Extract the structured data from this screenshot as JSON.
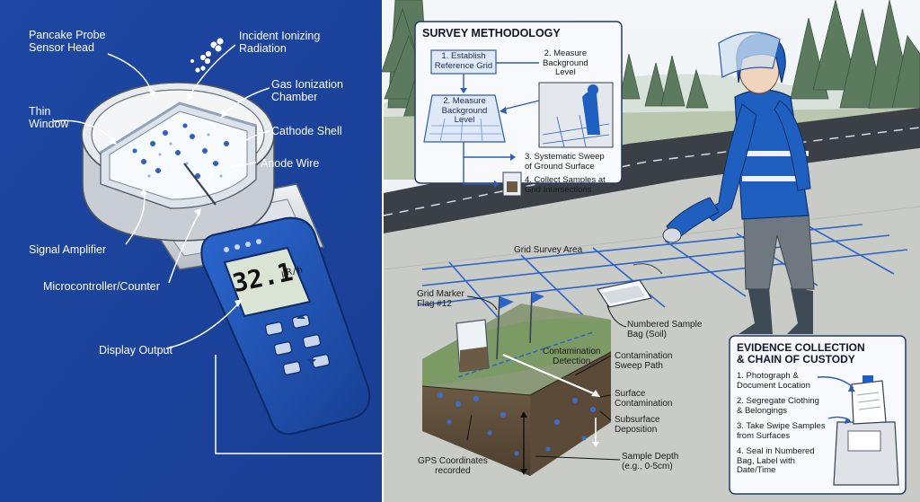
{
  "colors": {
    "left_bg": "#1f4aa6",
    "device_blue": "#1e56b8",
    "sky": "#eef3f7",
    "ground": "#c9ccc6",
    "road": "#3b4046",
    "grid_line": "#2e63c9",
    "suit_blue": "#1f5fc0",
    "accent_white": "#ffffff"
  },
  "icons": [
    "radiation-particles-icon",
    "clipboard-icon",
    "sample-bag-icon",
    "flag-icon",
    "evidence-box-icon"
  ],
  "instrument_labels": {
    "pancake_probe": "Pancake Probe\nSensor Head",
    "incident_radiation": "Incident Ionizing\nRadiation",
    "gas_chamber": "Gas Ionization\nChamber",
    "thin_window": "Thin\nWindow",
    "cathode_shell": "Cathode Shell",
    "anode_wire": "Anode Wire",
    "signal_amplifier": "Signal Amplifier",
    "microcontroller": "Microcontroller/Counter",
    "display_output": "Display Output"
  },
  "display": {
    "reading": "32.1",
    "unit": "μR/h"
  },
  "methodology": {
    "title": "SURVEY METHODOLOGY",
    "step1": "1. Establish\nReference Grid",
    "step2_top": "2. Measure\nBackground\nLevel",
    "step2_box": "2. Measure\nBackground\nLevel",
    "step3": "3. Systematic Sweep\nof Ground Surface",
    "step4": "4. Collect Samples at\nGrid Intersections"
  },
  "scene_labels": {
    "grid_area": "Grid Survey Area",
    "marker_flag": "Grid Marker\nFlag #12",
    "sample_bag": "Numbered Sample\nBag (Soil)",
    "contamination_detection": "Contamination\nDetection",
    "sweep_path": "Contamination\nSweep Path",
    "surface_contamination": "Surface\nContamination",
    "subsurface": "Subsurface\nDeposition",
    "sample_depth": "Sample Depth\n(e.g., 0-5cm)",
    "gps": "GPS Coordinates\nrecorded"
  },
  "evidence": {
    "title": "EVIDENCE COLLECTION\n& CHAIN OF CUSTODY",
    "step1": "1. Photograph &\nDocument Location",
    "step2": "2. Segregate Clothing\n& Belongings",
    "step3": "3. Take Swipe Samples\nfrom Surfaces",
    "step4": "4. Seal in Numbered\nBag, Label with\nDate/Time"
  }
}
